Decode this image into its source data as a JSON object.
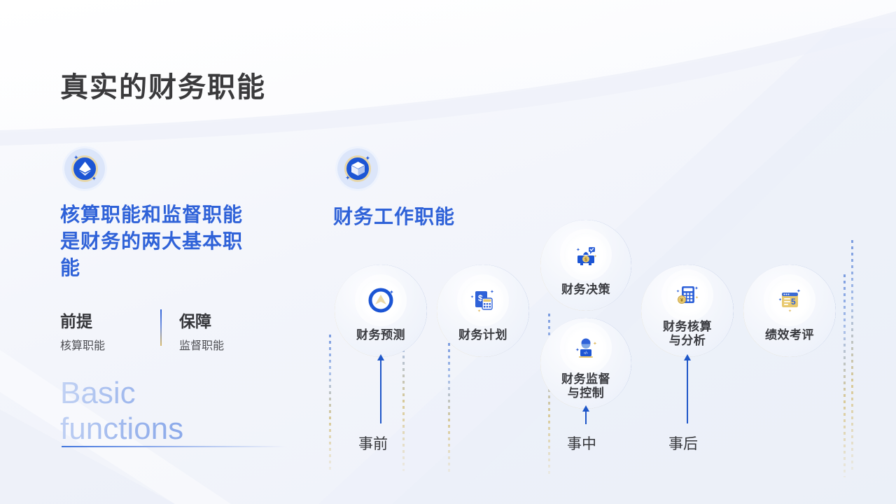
{
  "page": {
    "title": "真实的财务职能",
    "accent_blue": "#2f62d8",
    "accent_gold": "#d8b96a",
    "text_dark": "#3a3a3c",
    "background": "#f4f6fb"
  },
  "left_section": {
    "badge_icon": "diamond-gem-icon",
    "heading": "核算职能和监督职能是财务的两大基本职能",
    "pairs": [
      {
        "title": "前提",
        "subtitle": "核算职能"
      },
      {
        "title": "保障",
        "subtitle": "监督职能"
      }
    ],
    "english_line1": "Basic",
    "english_line2": "functions"
  },
  "right_section": {
    "badge_icon": "cube-box-icon",
    "heading": "财务工作职能",
    "nodes": [
      {
        "label": "财务预测",
        "icon": "forecast-chevron-icon",
        "stage": "事前"
      },
      {
        "label": "财务计划",
        "icon": "plan-calculator-icon",
        "stage": "事前"
      },
      {
        "label": "财务决策",
        "icon": "decision-money-icon",
        "stage": "事中"
      },
      {
        "label": "财务监督\n与控制",
        "label_line1": "财务监督",
        "label_line2": "与控制",
        "icon": "supervision-person-icon",
        "stage": "事中"
      },
      {
        "label": "财务核算\n与分析",
        "label_line1": "财务核算",
        "label_line2": "与分析",
        "icon": "accounting-calculator-icon",
        "stage": "事后"
      },
      {
        "label": "绩效考评",
        "icon": "performance-window-icon",
        "stage": "事后"
      }
    ],
    "stages": [
      {
        "label": "事前"
      },
      {
        "label": "事中"
      },
      {
        "label": "事后"
      }
    ]
  }
}
